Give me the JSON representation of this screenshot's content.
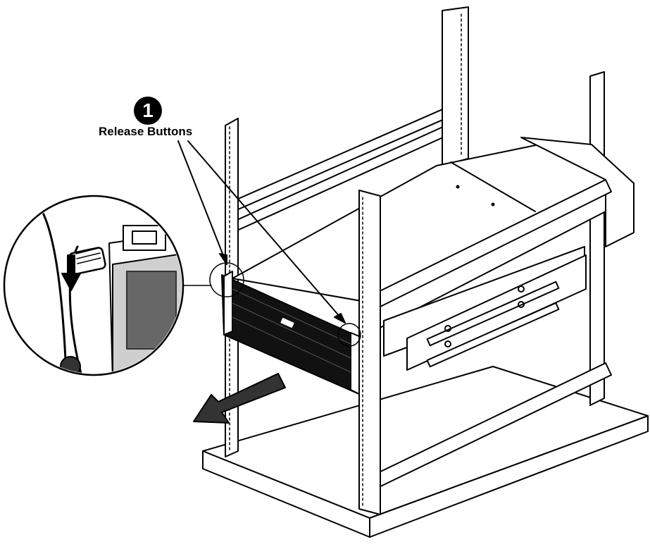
{
  "callout": {
    "number": "1",
    "label": "Release Buttons"
  },
  "colors": {
    "line": "#000000",
    "fill": "#ffffff",
    "panel": "#111111"
  },
  "icons": [
    "release-button-arrow",
    "pull-out-arrow",
    "magnifier-detail"
  ]
}
